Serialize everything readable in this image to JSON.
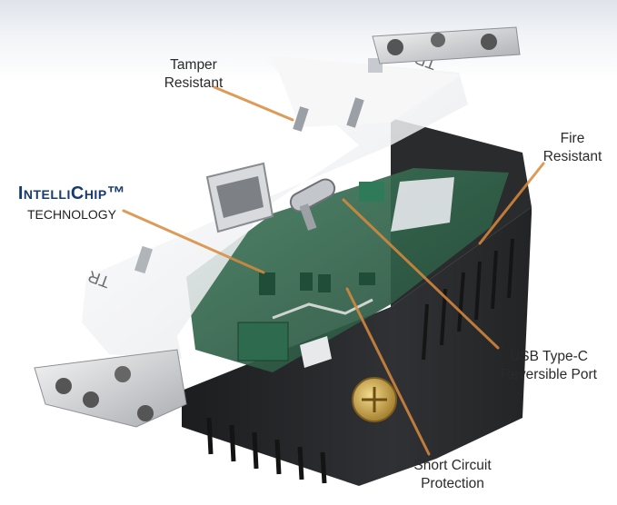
{
  "brand": {
    "name": "IntelliChip™",
    "subtitle": "TECHNOLOGY"
  },
  "callouts": {
    "tamper": [
      "Tamper",
      "Resistant"
    ],
    "fire": [
      "Fire",
      "Resistant"
    ],
    "usb": [
      "USB Type-C",
      "Reversible Port"
    ],
    "short": [
      "Short Circuit",
      "Protection"
    ]
  },
  "plate_marks": {
    "top": "TR",
    "left": "TR"
  },
  "colors": {
    "housing": "#2b2c2e",
    "faceplate": "#f1f2f4",
    "pcb": "#2f5f48",
    "leader": "#d98a3c",
    "brand": "#173b6f",
    "brass": "#c9a24a"
  },
  "icons": [
    "mounting-screw-icon",
    "usb-a-port-icon",
    "usb-c-port-icon",
    "terminal-screw-icon"
  ]
}
